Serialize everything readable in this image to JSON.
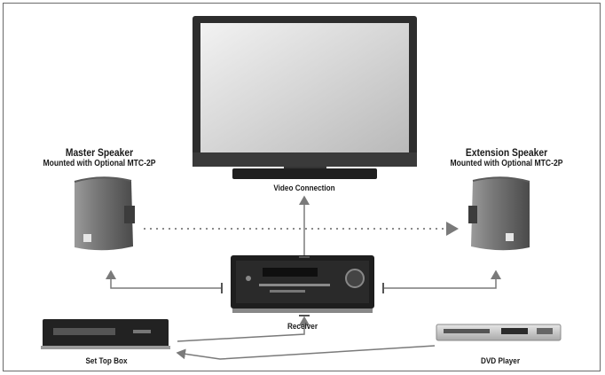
{
  "labels": {
    "master_title": "Master Speaker",
    "master_sub": "Mounted with Optional MTC-2P",
    "extension_title": "Extension Speaker",
    "extension_sub": "Mounted with Optional MTC-2P",
    "video_connection": "Video Connection",
    "receiver": "Receiver",
    "set_top_box": "Set Top Box",
    "dvd_player": "DVD Player"
  },
  "colors": {
    "frame_border": "#6a6a6a",
    "device_dark": "#2b2b2b",
    "device_silver": "#c8c8c8",
    "screen_gray": "#d8d8d8",
    "wire": "#7a7a7a"
  }
}
